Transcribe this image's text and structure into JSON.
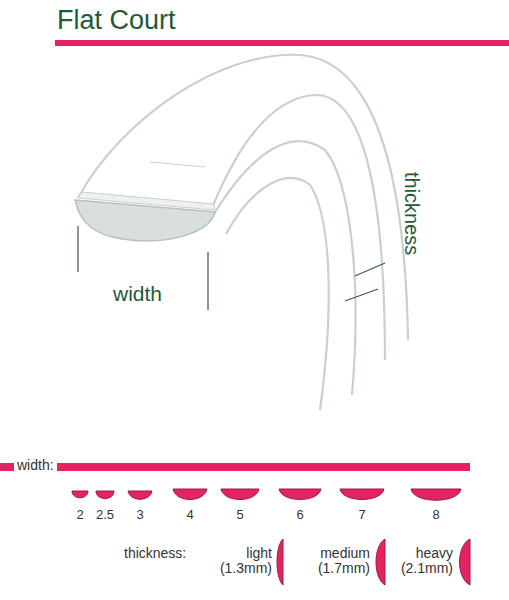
{
  "diagram": {
    "title": "Flat Court",
    "labels": [
      "width",
      "thickness",
      "width:",
      "2",
      "2.5",
      "3",
      "4",
      "5",
      "6",
      "7",
      "8",
      "thickness:",
      "light (1.3mm)",
      "medium (1.7mm)",
      "heavy (2.1mm)"
    ]
  }
}
